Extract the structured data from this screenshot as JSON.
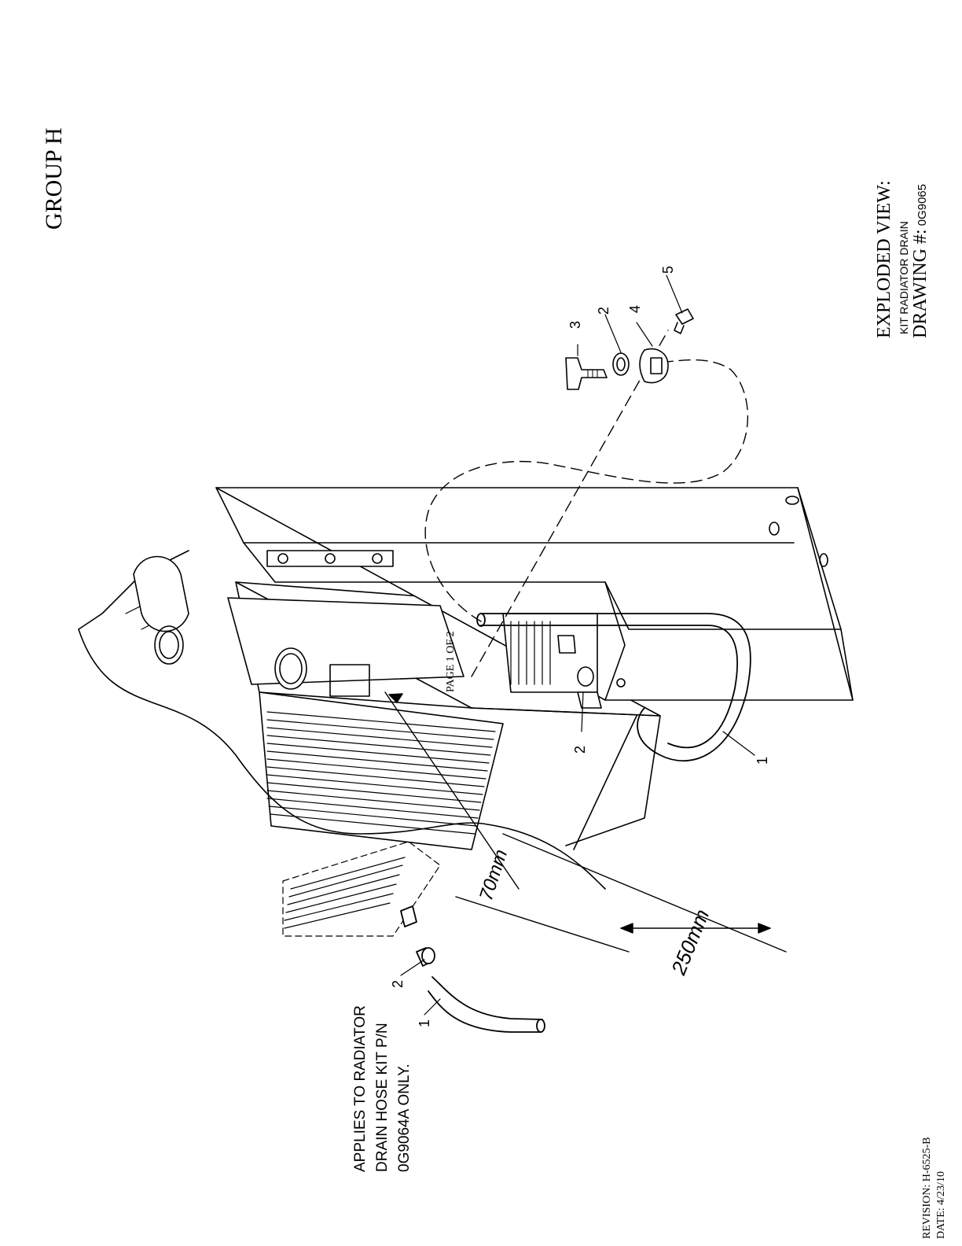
{
  "header": {
    "group": "GROUP H"
  },
  "title_block": {
    "line1": "EXPLODED VIEW:",
    "line2": "KIT RADIATOR DRAIN",
    "line3_label": "DRAWING #:",
    "line3_value": "0G9065"
  },
  "footer": {
    "page": "PAGE 1 OF 2",
    "revision": "REVISION: H-6525-B",
    "date": "DATE: 4/23/10"
  },
  "note": {
    "line1": "APPLIES TO RADIATOR",
    "line2": "DRAIN HOSE KIT P/N",
    "line3": "0G9064A ONLY."
  },
  "dimensions": {
    "d1": "70mm",
    "d2": "250mm"
  },
  "callouts": [
    "1",
    "2",
    "3",
    "4",
    "5"
  ],
  "colors": {
    "ink": "#000000",
    "paper": "#ffffff"
  }
}
